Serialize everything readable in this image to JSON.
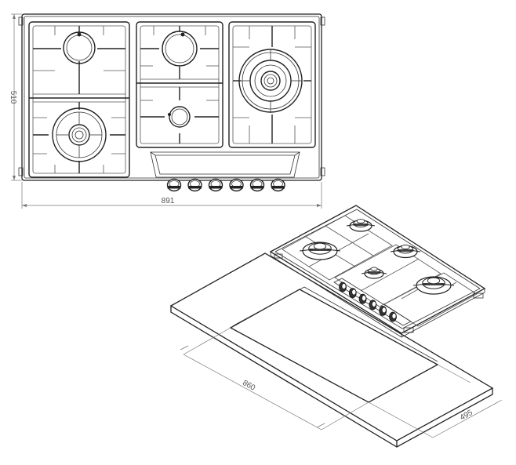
{
  "dimensions": {
    "width_label": "891",
    "height_label": "510",
    "cutout_width_label": "860",
    "cutout_depth_label": "495"
  },
  "views": {
    "top": "top-view-hob",
    "iso": "isometric-installation-view"
  },
  "hob": {
    "knob_count": 6,
    "burners": [
      {
        "zone": "left",
        "position": "top",
        "kind": "semi-rapid"
      },
      {
        "zone": "left",
        "position": "bottom",
        "kind": "rapid"
      },
      {
        "zone": "center",
        "position": "top",
        "kind": "semi-rapid"
      },
      {
        "zone": "center",
        "position": "bottom",
        "kind": "auxiliary"
      },
      {
        "zone": "right",
        "position": "center",
        "kind": "wok"
      }
    ]
  }
}
